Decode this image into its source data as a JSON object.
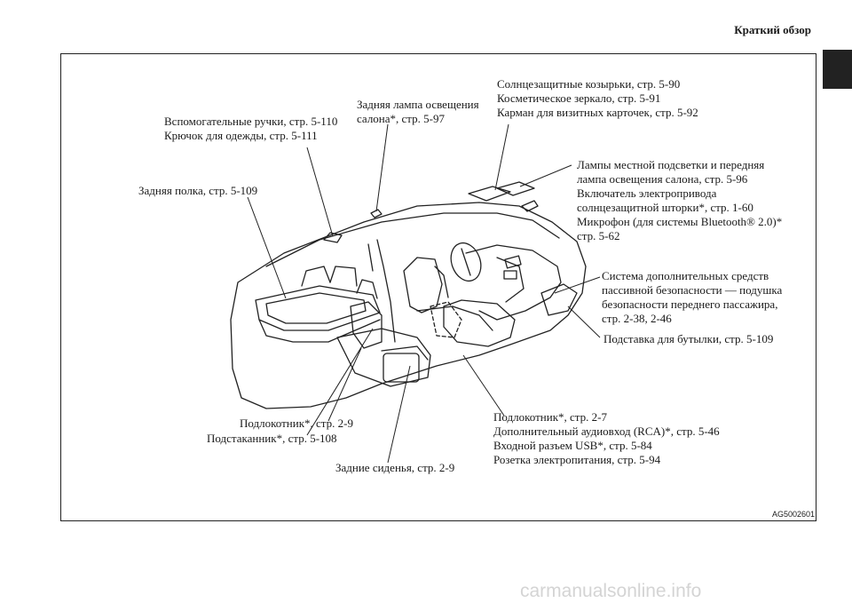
{
  "header": {
    "title": "Краткий обзор"
  },
  "labels": {
    "handles": [
      "Вспомогательные ручки, стр. 5-110",
      "Крючок для одежды, стр. 5-111"
    ],
    "rear_lamp": [
      "Задняя лампа освещения",
      "салона*, стр. 5-97"
    ],
    "sun_visors": [
      "Солнцезащитные козырьки, стр. 5-90",
      "Косметическое зеркало, стр. 5-91",
      "Карман для визитных карточек, стр. 5-92"
    ],
    "rear_shelf": "Задняя полка, стр. 5-109",
    "front_lamps": [
      "Лампы местной подсветки и передняя",
      "лампа освещения салона, стр. 5-96",
      "Включатель электропривода",
      "солнцезащитной шторки*, стр. 1-60",
      "Микрофон (для системы Bluetooth® 2.0)*",
      "стр. 5-62"
    ],
    "airbag": [
      "Система дополнительных средств",
      "пассивной безопасности — подушка",
      "безопасности переднего пассажира,",
      "стр. 2-38, 2-46"
    ],
    "bottle_holder": "Подставка для бутылки, стр. 5-109",
    "rear_armrest": "Подлокотник*, стр. 2-9",
    "cup_holder": "Подстаканник*, стр. 5-108",
    "rear_seats": "Задние сиденья, стр. 2-9",
    "front_armrest": [
      "Подлокотник*, стр. 2-7",
      "Дополнительный аудиовход (RCA)*, стр. 5-46",
      "Входной разъем USB*, стр. 5-84",
      "Розетка электропитания, стр. 5-94"
    ]
  },
  "figure_code": "AG5002601",
  "watermark": "carmanualsonline.info"
}
